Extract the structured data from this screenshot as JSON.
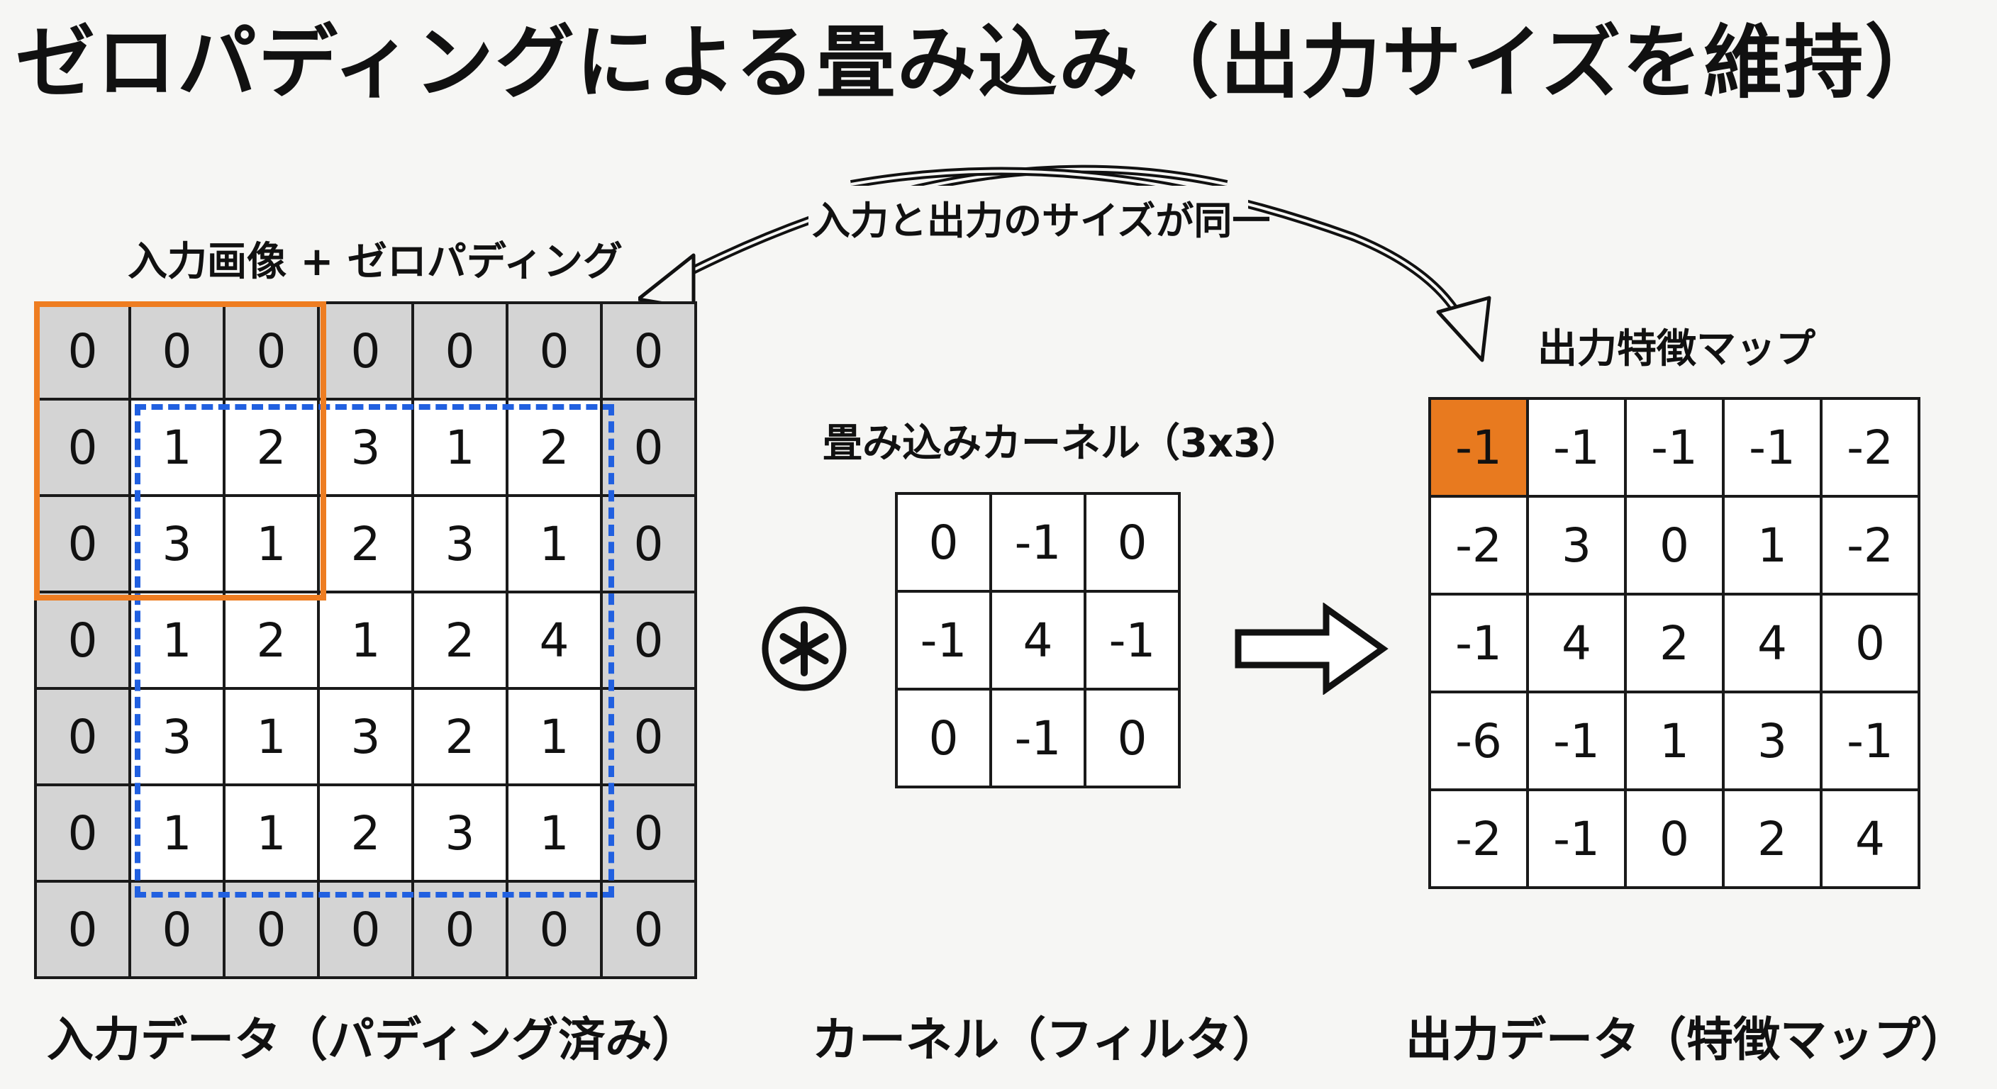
{
  "title": "ゼロパディングによる畳み込み（出力サイズを維持）",
  "labels": {
    "input_top": "入力画像 + ゼロパディング",
    "input_bottom": "入力データ（パディング済み）",
    "kernel_top": "畳み込みカーネル（3x3）",
    "kernel_bottom": "カーネル（フィルタ）",
    "output_top": "出力特徴マップ",
    "output_bottom": "出力データ（特徴マップ）",
    "same_size_note": "入力と出力のサイズが同一"
  },
  "input_matrix": [
    [
      "0",
      "0",
      "0",
      "0",
      "0",
      "0",
      "0"
    ],
    [
      "0",
      "1",
      "2",
      "3",
      "1",
      "2",
      "0"
    ],
    [
      "0",
      "3",
      "1",
      "2",
      "3",
      "1",
      "0"
    ],
    [
      "0",
      "1",
      "2",
      "1",
      "2",
      "4",
      "0"
    ],
    [
      "0",
      "3",
      "1",
      "3",
      "2",
      "1",
      "0"
    ],
    [
      "0",
      "1",
      "1",
      "2",
      "3",
      "1",
      "0"
    ],
    [
      "0",
      "0",
      "0",
      "0",
      "0",
      "0",
      "0"
    ]
  ],
  "kernel_matrix": [
    [
      "0",
      "-1",
      "0"
    ],
    [
      "-1",
      "4",
      "-1"
    ],
    [
      "0",
      "-1",
      "0"
    ]
  ],
  "output_matrix": [
    [
      "-1",
      "-1",
      "-1",
      "-1",
      "-2"
    ],
    [
      "-2",
      "3",
      "0",
      "1",
      "-2"
    ],
    [
      "-1",
      "4",
      "2",
      "4",
      "0"
    ],
    [
      "-6",
      "-1",
      "1",
      "3",
      "-1"
    ],
    [
      "-2",
      "-1",
      "0",
      "2",
      "4"
    ]
  ],
  "colors": {
    "padding_cell": "#d4d4d4",
    "window_outline": "#ee7d21",
    "original_region_outline": "#2160e0",
    "output_highlight": "#e87a1f"
  },
  "icons": {
    "convolution_operator": "circled-asterisk-icon",
    "result_arrow": "hollow-right-arrow-icon",
    "size_relation_arrow": "curved-double-arrow-icon"
  }
}
